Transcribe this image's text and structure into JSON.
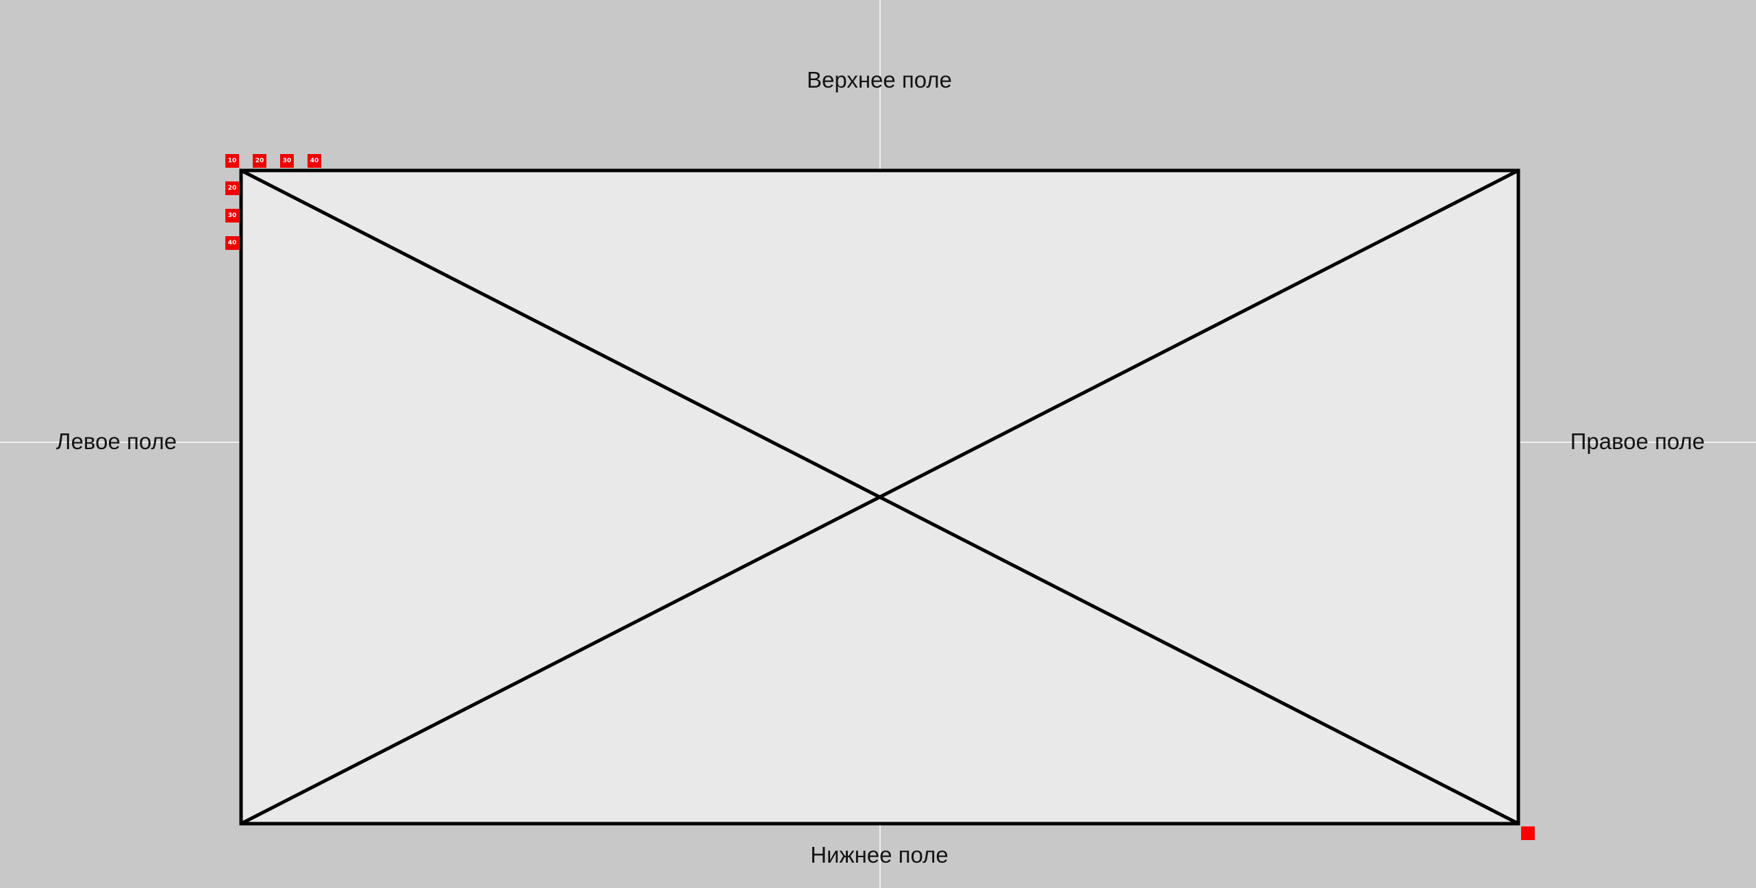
{
  "margins": {
    "top": "Верхнее поле",
    "bottom": "Нижнее поле",
    "left": "Левое поле",
    "right": "Правое поле"
  },
  "ruler_markers": {
    "horizontal": [
      "10",
      "20",
      "30",
      "40"
    ],
    "vertical": [
      "20",
      "30",
      "40"
    ]
  },
  "colors": {
    "background": "#c8c8c8",
    "content_area": "#e9e9e9",
    "guide_lines": "#efefef",
    "frame_stroke": "#000000",
    "marker": "#ee0000",
    "marker_text": "#ffffff"
  },
  "placeholder": {
    "type": "image-placeholder-x"
  }
}
